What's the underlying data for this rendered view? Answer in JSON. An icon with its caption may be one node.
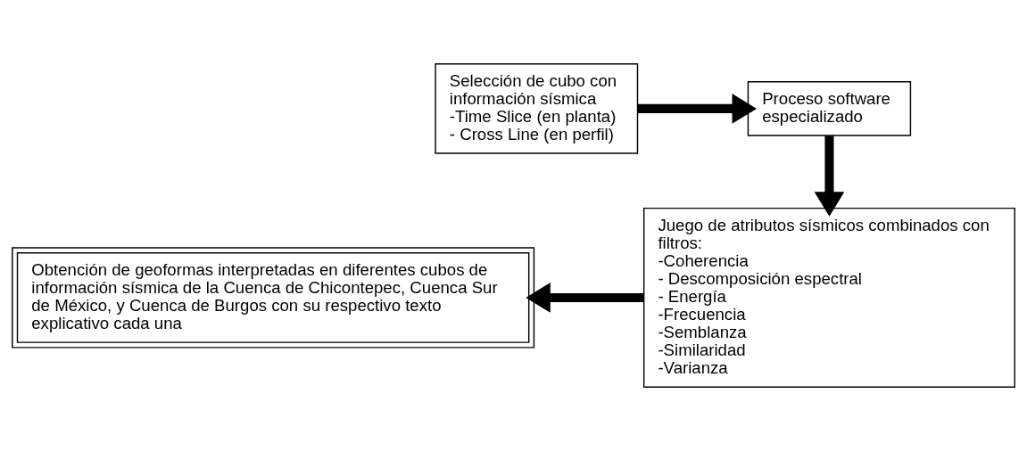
{
  "diagram": {
    "nodes": [
      {
        "text": [
          "Selección de cubo con información sísmica",
          "-Time Slice (en planta)",
          "- Cross Line (en perfil)"
        ]
      },
      {
        "text": [
          "Proceso software especializado"
        ]
      },
      {
        "text": [
          "Juego de atributos sísmicos combinados con filtros:",
          "-Coherencia",
          "- Descomposición espectral",
          "- Energía",
          "-Frecuencia",
          "-Semblanza",
          "-Similaridad",
          "-Varianza"
        ]
      },
      {
        "text": [
          "Obtención de geoformas interpretadas en diferentes cubos de información sísmica de la Cuenca de Chicontepec, Cuenca Sur de México, y Cuenca de Burgos con su respectivo texto explicativo cada una"
        ]
      }
    ],
    "edges": [
      {
        "from": 0,
        "to": 1,
        "arrow": "to"
      },
      {
        "from": 1,
        "to": 2,
        "arrow": "to"
      },
      {
        "from": 2,
        "to": 3,
        "arrow": "to"
      }
    ]
  }
}
